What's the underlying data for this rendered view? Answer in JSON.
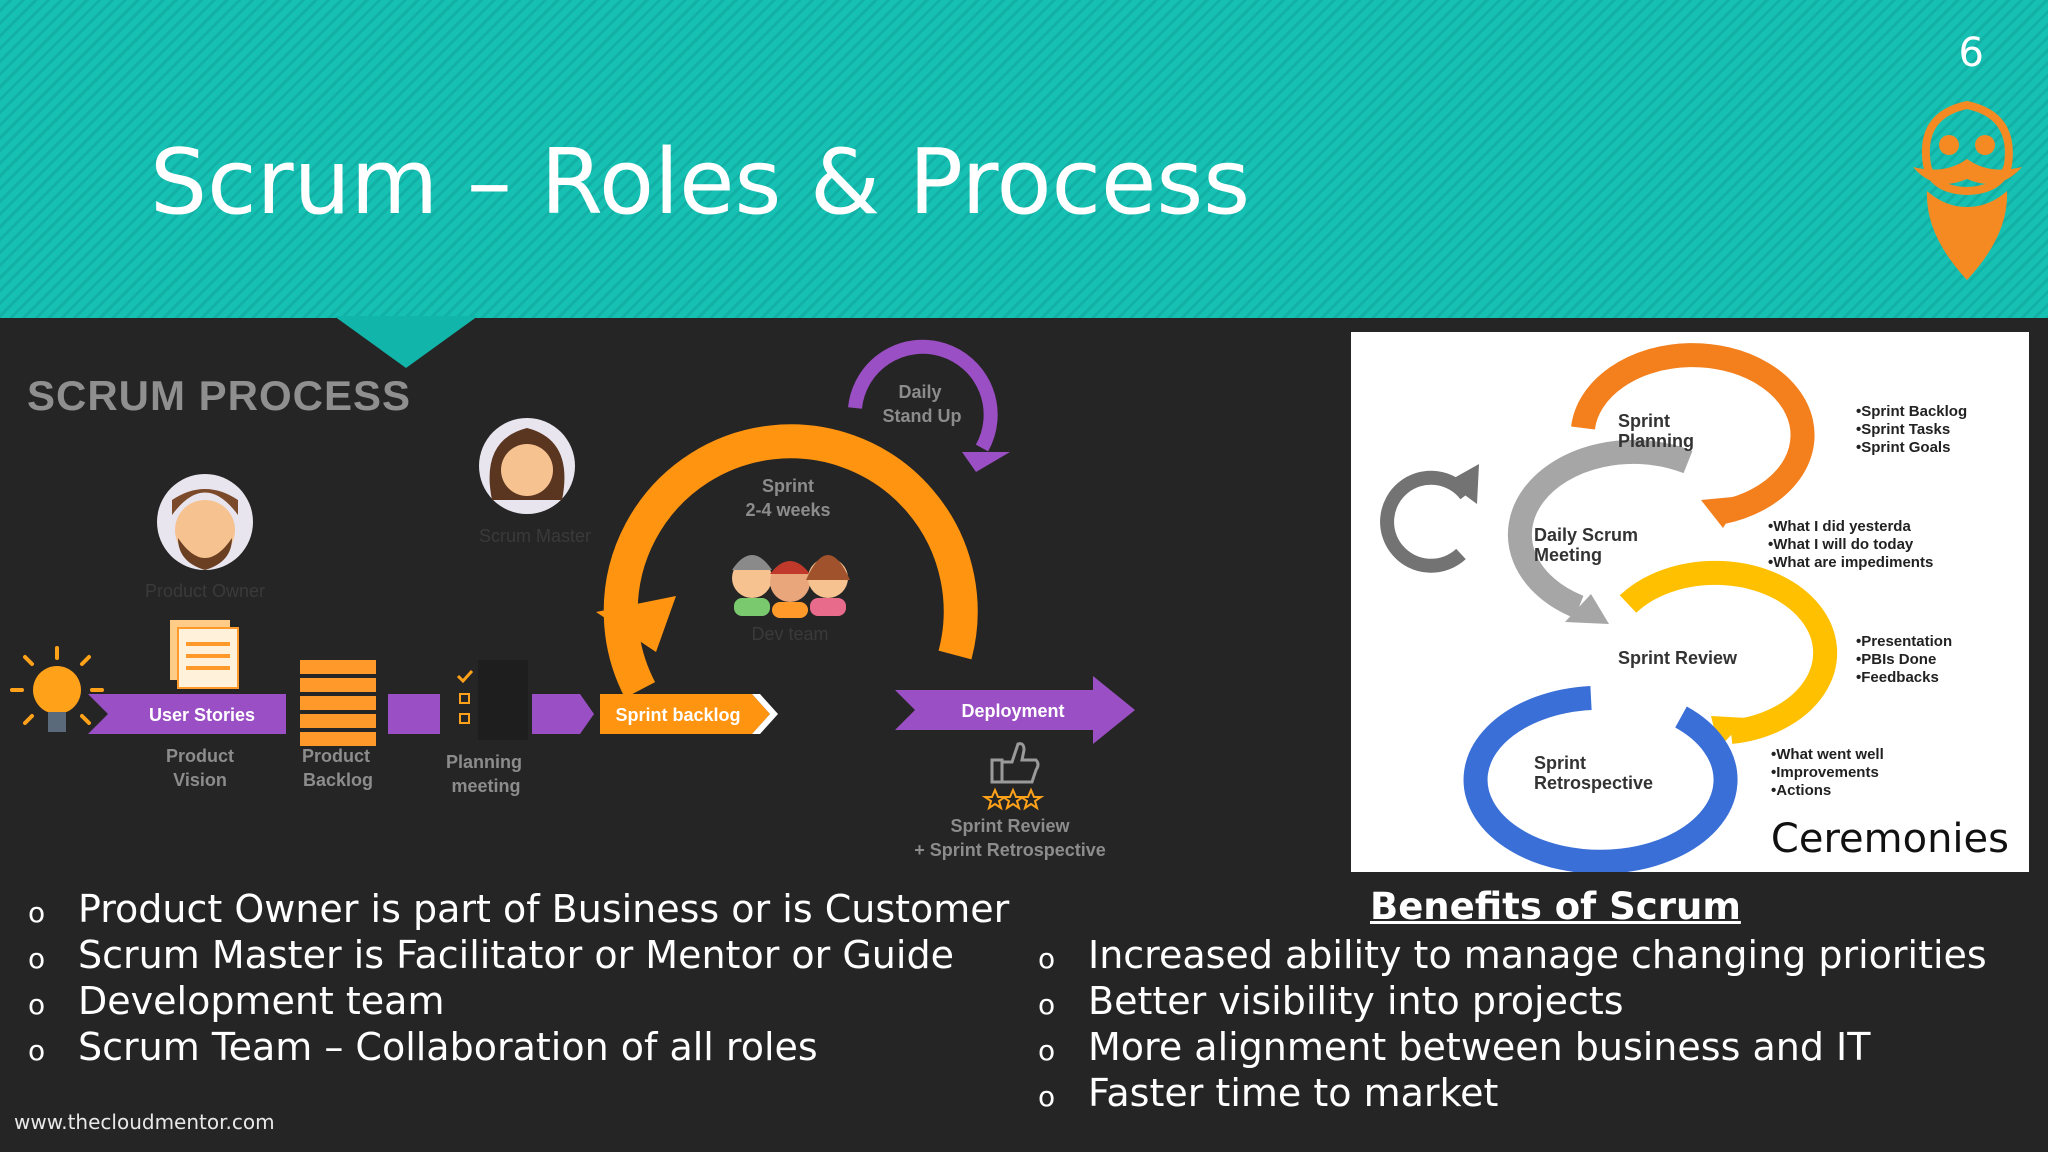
{
  "slide": {
    "number": "6",
    "title": "Scrum – Roles & Process",
    "footer": "www.thecloudmentor.com"
  },
  "scrum_process": {
    "heading": "SCRUM PROCESS",
    "product_owner": "Product Owner",
    "scrum_master": "Scrum Master",
    "dev_team": "Dev team",
    "user_stories": "User Stories",
    "product_vision": [
      "Product",
      "Vision"
    ],
    "product_backlog": [
      "Product",
      "Backlog"
    ],
    "planning_meeting": [
      "Planning",
      "meeting"
    ],
    "sprint_backlog": "Sprint backlog",
    "sprint": [
      "Sprint",
      "2-4 weeks"
    ],
    "daily_standup": [
      "Daily",
      "Stand Up"
    ],
    "deployment": "Deployment",
    "review": [
      "Sprint Review",
      "+ Sprint Retrospective"
    ]
  },
  "ceremonies": {
    "caption": "Ceremonies",
    "sprint_planning": {
      "label": [
        "Sprint",
        "Planning"
      ],
      "items": [
        "Sprint Backlog",
        "Sprint Tasks",
        "Sprint Goals"
      ]
    },
    "daily_scrum": {
      "label": [
        "Daily Scrum",
        "Meeting"
      ],
      "items": [
        "What I did yesterda",
        "What I will do today",
        "What are impediments"
      ]
    },
    "sprint_review": {
      "label": [
        "Sprint Review"
      ],
      "items": [
        "Presentation",
        "PBIs Done",
        "Feedbacks"
      ]
    },
    "sprint_retro": {
      "label": [
        "Sprint",
        "Retrospective"
      ],
      "items": [
        "What went well",
        "Improvements",
        "Actions"
      ]
    }
  },
  "roles": {
    "bullet": "o",
    "items": [
      "Product Owner is part of Business or is Customer",
      "Scrum Master is Facilitator or Mentor or Guide",
      "Development team",
      "Scrum Team – Collaboration of all roles"
    ]
  },
  "benefits": {
    "title": "Benefits of Scrum",
    "items": [
      "Increased ability to manage changing priorities",
      "Better visibility into projects",
      "More alignment between business and IT",
      "Faster time to market"
    ]
  },
  "colors": {
    "teal": "#16c0b3",
    "orange": "#ff9410",
    "purple": "#9b4fc4",
    "dark": "#252525"
  }
}
